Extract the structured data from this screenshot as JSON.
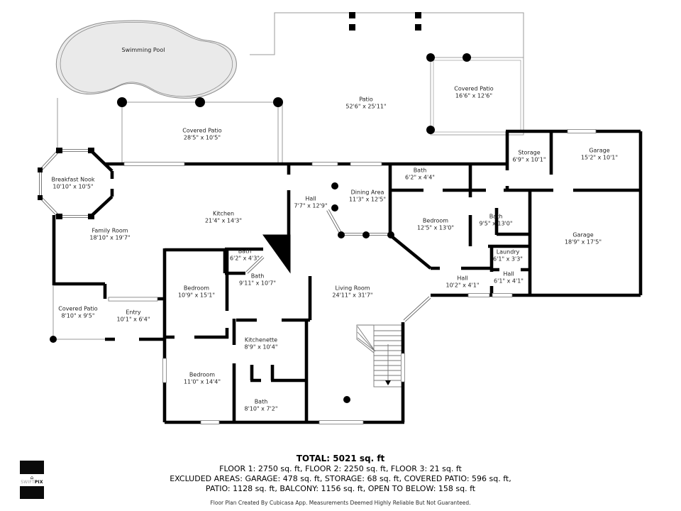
{
  "rooms": [
    {
      "name": "Swimming Pool",
      "dims": ""
    },
    {
      "name": "Patio",
      "dims": "52'6\" x 25'11\""
    },
    {
      "name": "Covered Patio",
      "dims": "16'6\" x 12'6\""
    },
    {
      "name": "Covered Patio",
      "dims": "28'5\" x 10'5\""
    },
    {
      "name": "Storage",
      "dims": "6'9\" x 10'1\""
    },
    {
      "name": "Garage",
      "dims": "15'2\" x 10'1\""
    },
    {
      "name": "Bath",
      "dims": "6'2\" x 4'4\""
    },
    {
      "name": "Breakfast Nook",
      "dims": "10'10\" x 10'5\""
    },
    {
      "name": "Dining Area",
      "dims": "11'3\" x 12'5\""
    },
    {
      "name": "Hall",
      "dims": "7'7\" x 12'9\""
    },
    {
      "name": "Kitchen",
      "dims": "21'4\" x 14'3\""
    },
    {
      "name": "Bath",
      "dims": "9'5\" x 13'0\""
    },
    {
      "name": "Bedroom",
      "dims": "12'5\" x 13'0\""
    },
    {
      "name": "Family Room",
      "dims": "18'10\" x 19'7\""
    },
    {
      "name": "Garage",
      "dims": "18'9\" x 17'5\""
    },
    {
      "name": "Bath",
      "dims": "6'2\" x 4'3\""
    },
    {
      "name": "Laundry",
      "dims": "6'1\" x 3'3\""
    },
    {
      "name": "Bath",
      "dims": "9'11\" x 10'7\""
    },
    {
      "name": "Hall",
      "dims": "10'2\" x 4'1\""
    },
    {
      "name": "Hall",
      "dims": "6'1\" x 4'1\""
    },
    {
      "name": "Bedroom",
      "dims": "10'9\" x 15'1\""
    },
    {
      "name": "Living Room",
      "dims": "24'11\" x 31'7\""
    },
    {
      "name": "Covered Patio",
      "dims": "8'10\" x 9'5\""
    },
    {
      "name": "Entry",
      "dims": "10'1\" x 6'4\""
    },
    {
      "name": "Kitchenette",
      "dims": "8'9\" x 10'4\""
    },
    {
      "name": "Bedroom",
      "dims": "11'0\" x 14'4\""
    },
    {
      "name": "Bath",
      "dims": "8'10\" x 7'2\""
    }
  ],
  "footer": {
    "total": "TOTAL: 5021 sq. ft",
    "floors": "FLOOR 1: 2750 sq. ft, FLOOR 2: 2250 sq. ft, FLOOR 3: 21 sq. ft",
    "excluded_line1": "EXCLUDED AREAS: GARAGE: 478 sq. ft, STORAGE: 68 sq. ft, COVERED PATIO: 596 sq. ft,",
    "excluded_line2": "PATIO: 1128 sq. ft, BALCONY: 1156 sq. ft, OPEN TO BELOW: 158 sq. ft",
    "disclaimer": "Floor Plan Created By Cubicasa App. Measurements Deemed Highly Reliable But Not Guaranteed."
  },
  "logo": {
    "brand_gray": "SWIFT",
    "brand_bold": "PIX",
    "icon_glyph": "⌂"
  },
  "colors": {
    "wall": "#000000",
    "pool_fill": "#eaeaea",
    "thin_line": "#9a9a9a"
  }
}
